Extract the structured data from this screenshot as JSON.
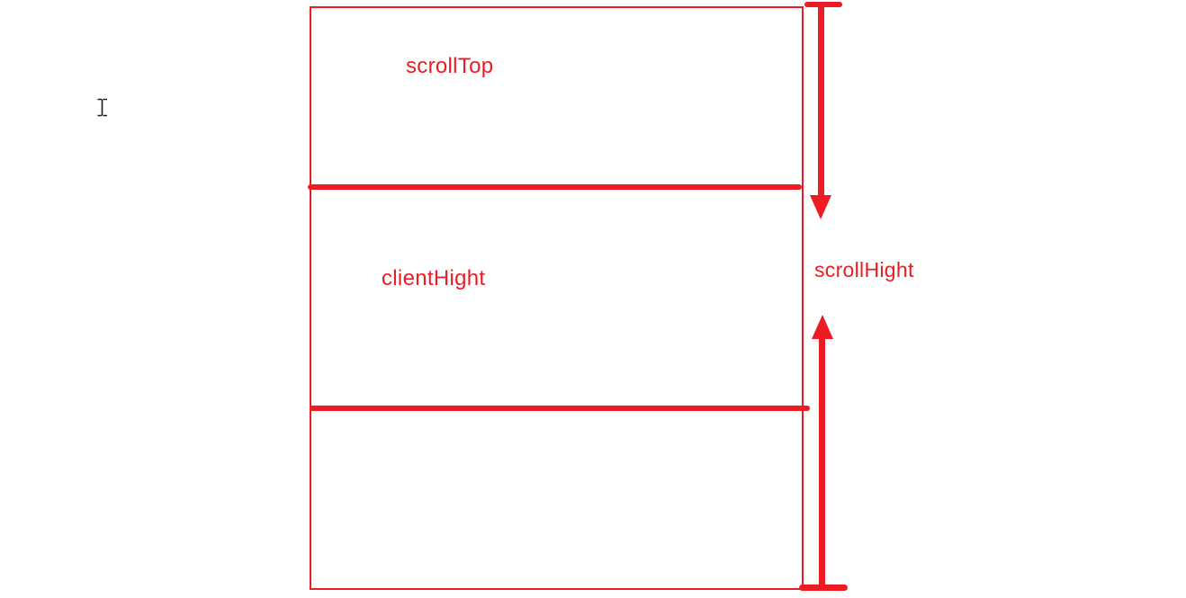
{
  "colors": {
    "accent": "#ed1c24",
    "cursor": "#1b1b1b",
    "background": "#ffffff"
  },
  "diagram": {
    "scroll_top_label": "scrollTop",
    "client_height_label": "clientHight",
    "scroll_height_label": "scrollHight"
  }
}
